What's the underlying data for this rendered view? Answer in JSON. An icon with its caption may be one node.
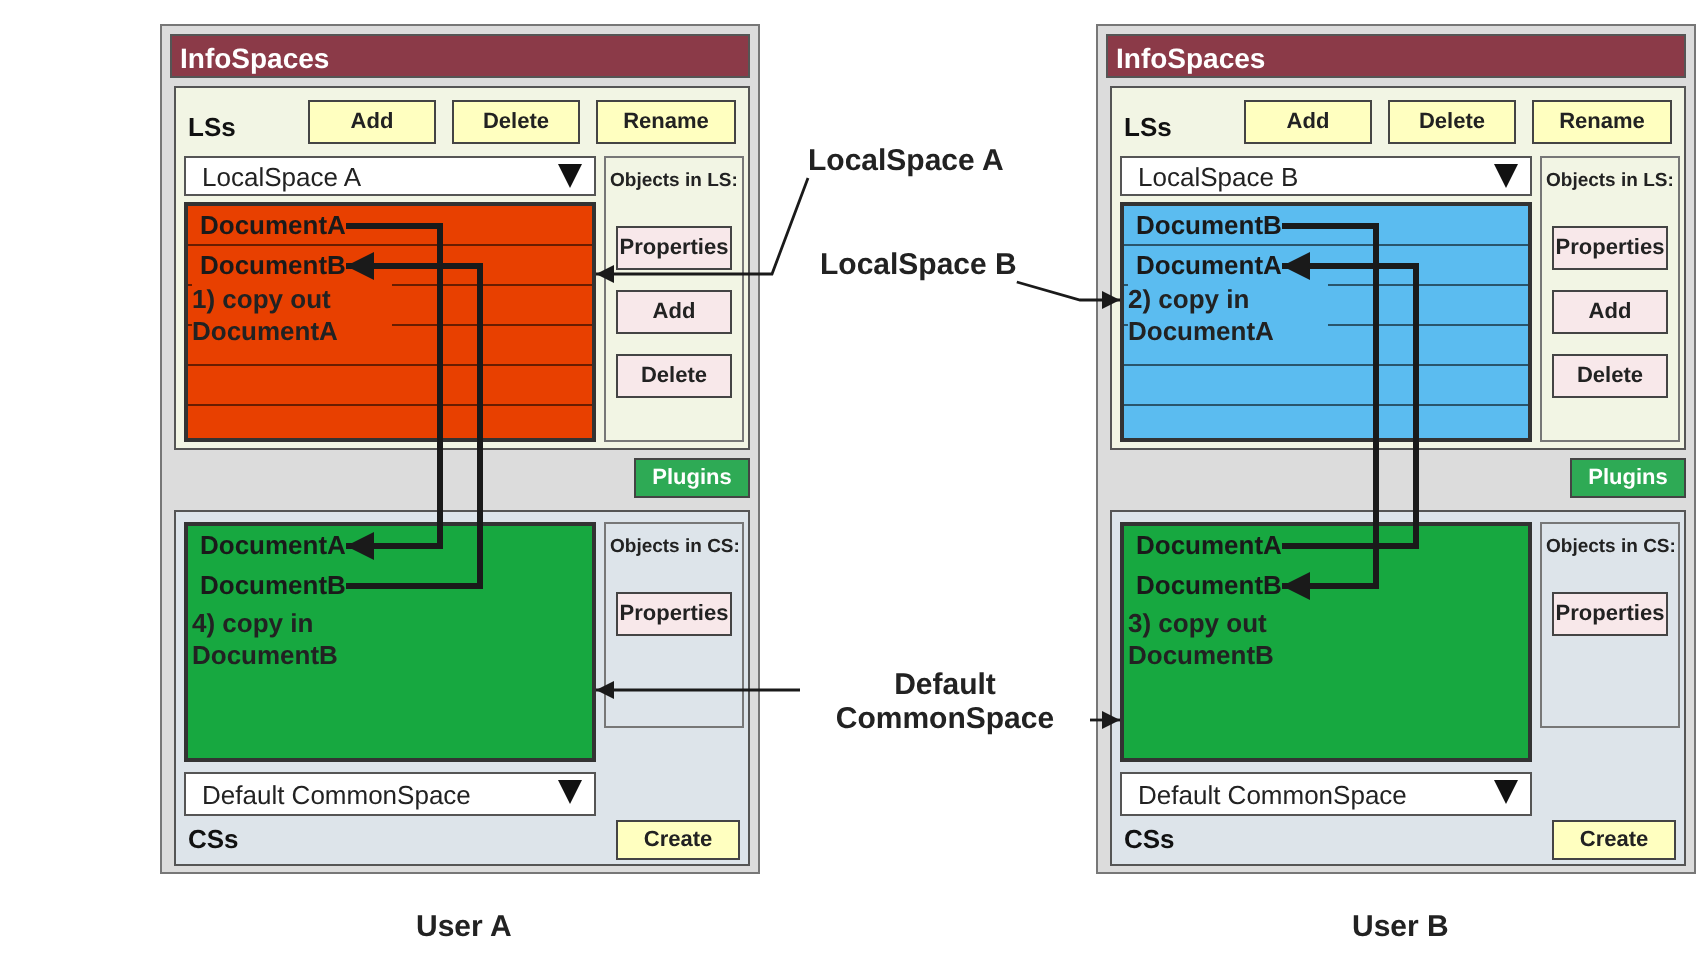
{
  "diagram": {
    "nodes": [
      {
        "text": [
          "InfoSpaces"
        ]
      },
      {
        "text": [
          "LSs"
        ],
        "in": 0
      },
      {
        "text": [
          "Add"
        ],
        "in": 1
      },
      {
        "text": [
          "Delete"
        ],
        "in": 1
      },
      {
        "text": [
          "Rename"
        ],
        "in": 1
      },
      {
        "text": [
          "LocalSpace A"
        ],
        "in": 1
      },
      {
        "text": [],
        "shape": "box",
        "in": 1
      },
      {
        "text": [
          "DocumentA"
        ],
        "in": 6
      },
      {
        "text": [
          "DocumentB"
        ],
        "in": 6
      },
      {
        "text": [
          "Objects in LS:"
        ],
        "in": 1
      },
      {
        "text": [
          "Properties"
        ],
        "in": 9
      },
      {
        "text": [
          "Add"
        ],
        "in": 9
      },
      {
        "text": [
          "Delete"
        ],
        "in": 9
      },
      {
        "text": [
          "Plugins"
        ],
        "in": 0
      },
      {
        "text": [
          "CSs"
        ],
        "in": 0
      },
      {
        "text": [],
        "shape": "box",
        "in": 14
      },
      {
        "text": [
          "DocumentA"
        ],
        "in": 15
      },
      {
        "text": [
          "DocumentB"
        ],
        "in": 15
      },
      {
        "text": [
          "Objects in CS:"
        ],
        "in": 14
      },
      {
        "text": [
          "Properties"
        ],
        "in": 18
      },
      {
        "text": [
          "Default CommonSpace"
        ],
        "in": 14
      },
      {
        "text": [
          "Create"
        ],
        "in": 14
      },
      {
        "text": [
          "InfoSpaces"
        ]
      },
      {
        "text": [
          "LSs"
        ],
        "in": 22
      },
      {
        "text": [
          "Add"
        ],
        "in": 23
      },
      {
        "text": [
          "Delete"
        ],
        "in": 23
      },
      {
        "text": [
          "Rename"
        ],
        "in": 23
      },
      {
        "text": [
          "LocalSpace B"
        ],
        "in": 23
      },
      {
        "text": [],
        "shape": "box",
        "in": 23
      },
      {
        "text": [
          "DocumentB"
        ],
        "in": 28
      },
      {
        "text": [
          "DocumentA"
        ],
        "in": 28
      },
      {
        "text": [
          "Objects in LS:"
        ],
        "in": 23
      },
      {
        "text": [
          "Properties"
        ],
        "in": 31
      },
      {
        "text": [
          "Add"
        ],
        "in": 31
      },
      {
        "text": [
          "Delete"
        ],
        "in": 31
      },
      {
        "text": [
          "Plugins"
        ],
        "in": 22
      },
      {
        "text": [
          "CSs"
        ],
        "in": 22
      },
      {
        "text": [],
        "shape": "box",
        "in": 36
      },
      {
        "text": [
          "DocumentA"
        ],
        "in": 37
      },
      {
        "text": [
          "DocumentB"
        ],
        "in": 37
      },
      {
        "text": [
          "Objects in CS:"
        ],
        "in": 36
      },
      {
        "text": [
          "Properties"
        ],
        "in": 40
      },
      {
        "text": [
          "Default CommonSpace"
        ],
        "in": 36
      },
      {
        "text": [
          "Create"
        ],
        "in": 36
      },
      {
        "text": [
          "LocalSpace A"
        ]
      },
      {
        "text": [
          "LocalSpace B"
        ]
      },
      {
        "text": [
          "Default CommonSpace"
        ]
      }
    ],
    "edges": [
      {
        "from": 7,
        "to": 16,
        "arrow": "to",
        "label": "1) copy out DocumentA",
        "style": "thick"
      },
      {
        "from": 17,
        "to": 8,
        "arrow": "to",
        "label": "4) copy in DocumentB",
        "style": "thick"
      },
      {
        "from": 38,
        "to": 30,
        "arrow": "to",
        "label": "2) copy in DocumentA",
        "style": "thick"
      },
      {
        "from": 29,
        "to": 39,
        "arrow": "to",
        "label": "3) copy out DocumentB",
        "style": "thick"
      },
      {
        "from": 44,
        "to": 6,
        "arrow": "to"
      },
      {
        "from": 45,
        "to": 28,
        "arrow": "to"
      },
      {
        "from": 46,
        "to": 15,
        "arrow": "to"
      },
      {
        "from": 46,
        "to": 37,
        "arrow": "to"
      }
    ],
    "labels": [
      "User A",
      "User B"
    ]
  }
}
